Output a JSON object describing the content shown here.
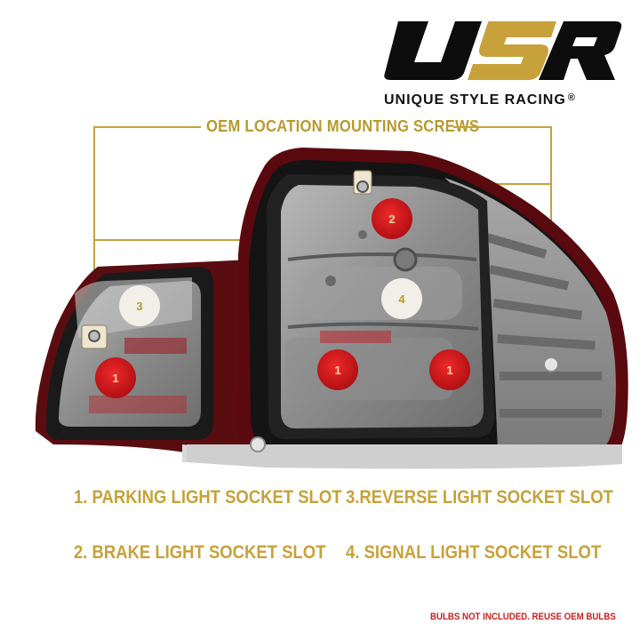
{
  "brand": {
    "logo_letters": "USR",
    "name": "UNIQUE STYLE RACING",
    "registered_mark": "®"
  },
  "title": "OEM LOCATION MOUNTING SCREWS",
  "markers": [
    {
      "number": "1",
      "type": "red"
    },
    {
      "number": "1",
      "type": "red"
    },
    {
      "number": "1",
      "type": "red"
    },
    {
      "number": "2",
      "type": "red"
    },
    {
      "number": "3",
      "type": "white"
    },
    {
      "number": "4",
      "type": "white"
    }
  ],
  "legend": [
    "1. PARKING LIGHT SOCKET SLOT",
    "3.REVERSE LIGHT SOCKET SLOT",
    "2. BRAKE LIGHT SOCKET SLOT",
    "4. SIGNAL LIGHT SOCKET SLOT"
  ],
  "note": "BULBS NOT INCLUDED. REUSE OEM BULBS",
  "colors": {
    "gold": "#c7a23a",
    "red_marker": "#d8141f",
    "note_red": "#cc1f1f",
    "housing_gray": "#8f8f8f"
  }
}
